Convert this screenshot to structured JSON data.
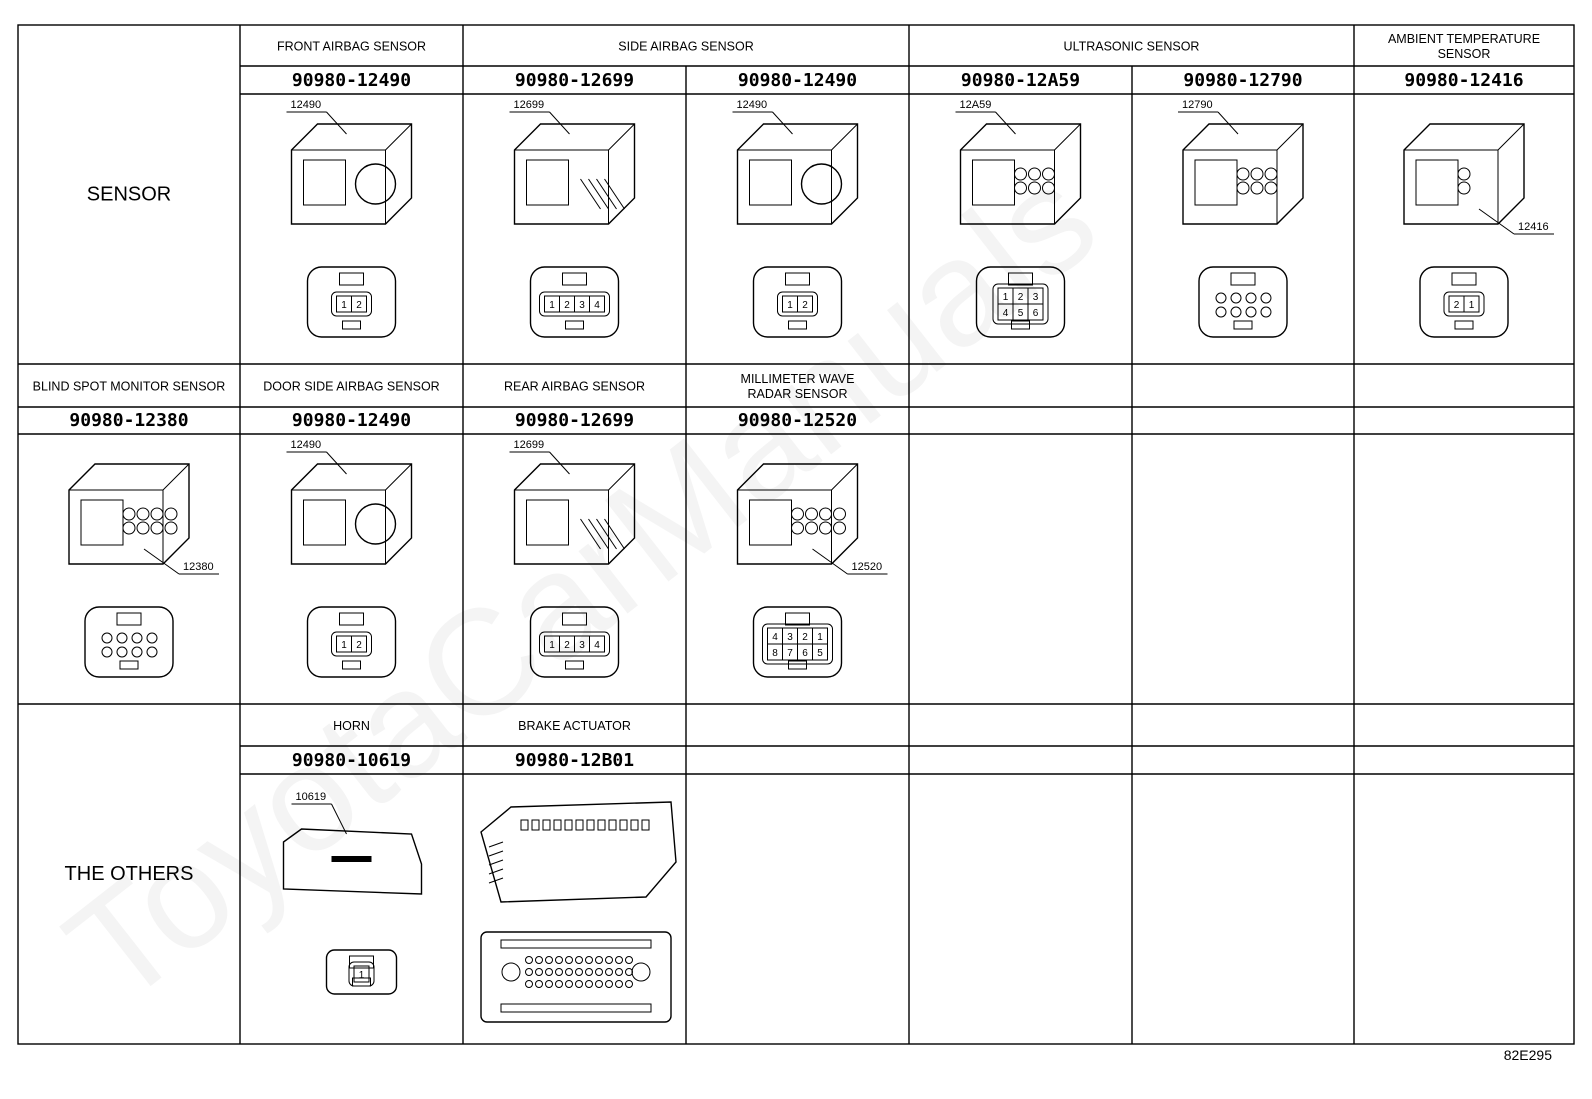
{
  "watermark": "ToyotaCarManuals",
  "figure_code": "82E295",
  "rows": [
    {
      "category": "SENSOR",
      "cells": [
        {
          "label": [
            "FRONT AIRBAG SENSOR"
          ],
          "part": "90980-12490",
          "tag": "12490",
          "pins": [
            "1",
            "2"
          ]
        },
        {
          "label": [
            "SIDE AIRBAG SENSOR"
          ],
          "part": "90980-12699",
          "tag": "12699",
          "pins": [
            "1",
            "2",
            "3",
            "4"
          ]
        },
        {
          "label": [],
          "part": "90980-12490",
          "tag": "12490",
          "pins": [
            "1",
            "2"
          ]
        },
        {
          "label": [
            "ULTRASONIC SENSOR"
          ],
          "part": "90980-12A59",
          "tag": "12A59",
          "pins": [
            "1",
            "2",
            "3",
            "4",
            "5",
            "6"
          ]
        },
        {
          "label": [],
          "part": "90980-12790",
          "tag": "12790",
          "pins": []
        },
        {
          "label": [
            "AMBIENT TEMPERATURE",
            "SENSOR"
          ],
          "part": "90980-12416",
          "tag": "12416",
          "pins": [
            "2",
            "1"
          ]
        }
      ]
    },
    {
      "category": "",
      "cells": [
        {
          "label": [
            "BLIND SPOT MONITOR SENSOR"
          ],
          "part": "90980-12380",
          "tag": "12380",
          "pins": []
        },
        {
          "label": [
            "DOOR SIDE AIRBAG SENSOR"
          ],
          "part": "90980-12490",
          "tag": "12490",
          "pins": [
            "1",
            "2"
          ]
        },
        {
          "label": [
            "REAR AIRBAG SENSOR"
          ],
          "part": "90980-12699",
          "tag": "12699",
          "pins": [
            "1",
            "2",
            "3",
            "4"
          ]
        },
        {
          "label": [
            "MILLIMETER WAVE",
            "RADAR SENSOR"
          ],
          "part": "90980-12520",
          "tag": "12520",
          "pins": [
            "4",
            "3",
            "2",
            "1",
            "8",
            "7",
            "6",
            "5"
          ]
        },
        {
          "label": [],
          "part": "",
          "tag": "",
          "pins": []
        },
        {
          "label": [],
          "part": "",
          "tag": "",
          "pins": []
        },
        {
          "label": [],
          "part": "",
          "tag": "",
          "pins": []
        }
      ]
    },
    {
      "category": "THE OTHERS",
      "cells": [
        {
          "label": [
            "HORN"
          ],
          "part": "90980-10619",
          "tag": "10619",
          "pins": [
            "1"
          ]
        },
        {
          "label": [
            "BRAKE ACTUATOR"
          ],
          "part": "90980-12B01",
          "tag": "",
          "pins": []
        },
        {
          "label": [],
          "part": "",
          "tag": "",
          "pins": []
        },
        {
          "label": [],
          "part": "",
          "tag": "",
          "pins": []
        },
        {
          "label": [],
          "part": "",
          "tag": "",
          "pins": []
        },
        {
          "label": [],
          "part": "",
          "tag": "",
          "pins": []
        }
      ]
    }
  ]
}
